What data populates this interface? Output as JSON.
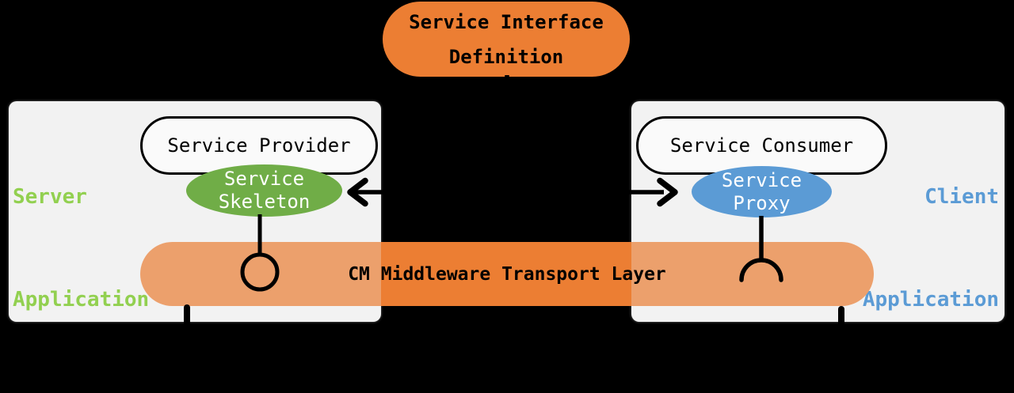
{
  "colors": {
    "background": "#000000",
    "orange": "#EC7E33",
    "orange_light": "#ECA06C",
    "green": "#70AD47",
    "green_label": "#92D050",
    "blue": "#5B9BD5",
    "box_bg": "#F2F2F2",
    "node_bg": "#FAFAFA",
    "stroke": "#000000",
    "text": "#000000",
    "node_text": "#FFFFFF"
  },
  "top_node": {
    "line1": "Service Interface",
    "line2": "Definition"
  },
  "server": {
    "label_line1": "Server",
    "label_line2": "Application",
    "provider_label": "Service Provider",
    "skeleton_line1": "Service",
    "skeleton_line2": "Skeleton"
  },
  "client": {
    "label_line1": "Client",
    "label_line2": "Application",
    "consumer_label": "Service Consumer",
    "proxy_line1": "Service",
    "proxy_line2": "Proxy"
  },
  "transport": {
    "label": "CM Middleware Transport Layer"
  }
}
